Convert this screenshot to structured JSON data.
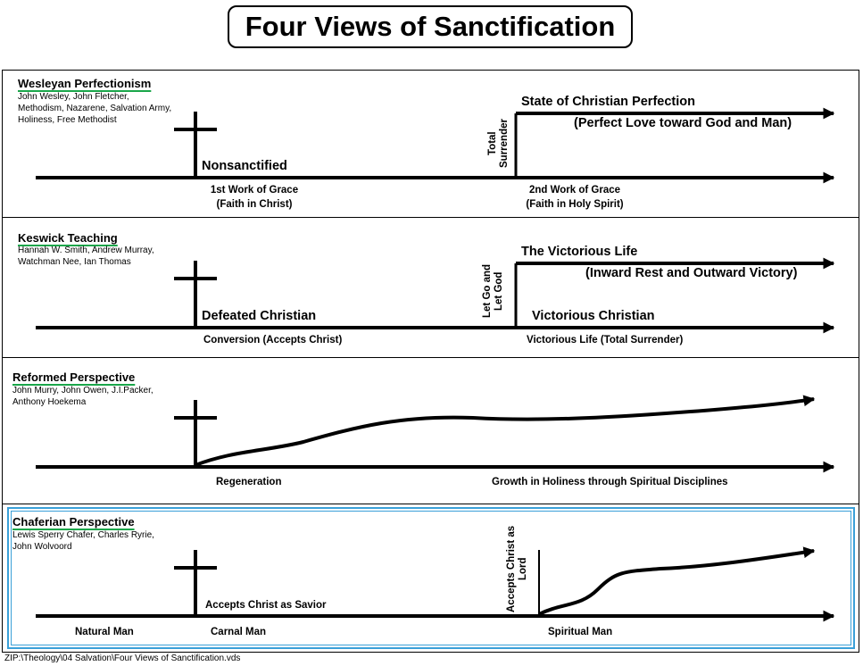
{
  "title": "Four Views of Sanctification",
  "panels": [
    {
      "heading": "Wesleyan Perfectionism",
      "names": "John Wesley, John Fletcher, Methodism, Nazarene, Salvation Army, Holiness, Free Methodist",
      "upper_title": "State of Christian Perfection",
      "upper_subtitle": "(Perfect Love toward God and Man)",
      "pivot": "Total Surrender",
      "left_state": "Nonsanctified",
      "below_left": "1st Work of Grace\n(Faith in Christ)",
      "below_right": "2nd Work of Grace\n(Faith in Holy Spirit)"
    },
    {
      "heading": "Keswick Teaching",
      "names": "Hannah W. Smith, Andrew Murray, Watchman Nee, Ian Thomas",
      "upper_title": "The Victorious Life",
      "upper_subtitle": "(Inward Rest and Outward Victory)",
      "pivot": "Let Go and Let God",
      "left_state": "Defeated Christian",
      "right_state": "Victorious Christian",
      "below_left": "Conversion (Accepts Christ)",
      "below_right": "Victorious Life (Total Surrender)"
    },
    {
      "heading": "Reformed Perspective",
      "names": "John Murry, John Owen, J.I.Packer, Anthony Hoekema",
      "below_left": "Regeneration",
      "below_right": "Growth in Holiness through Spiritual Disciplines"
    },
    {
      "heading": "Chaferian Perspective",
      "names": "Lewis Sperry Chafer, Charles Ryrie, John Wolvoord",
      "pivot": "Accepts Christ as Lord",
      "above_left": "Accepts Christ as Savior",
      "below_far_left": "Natural Man",
      "below_left": "Carnal Man",
      "below_right": "Spiritual Man"
    }
  ],
  "footer": "ZIP:\\Theology\\04 Salvation\\Four Views of Sanctification.vds"
}
